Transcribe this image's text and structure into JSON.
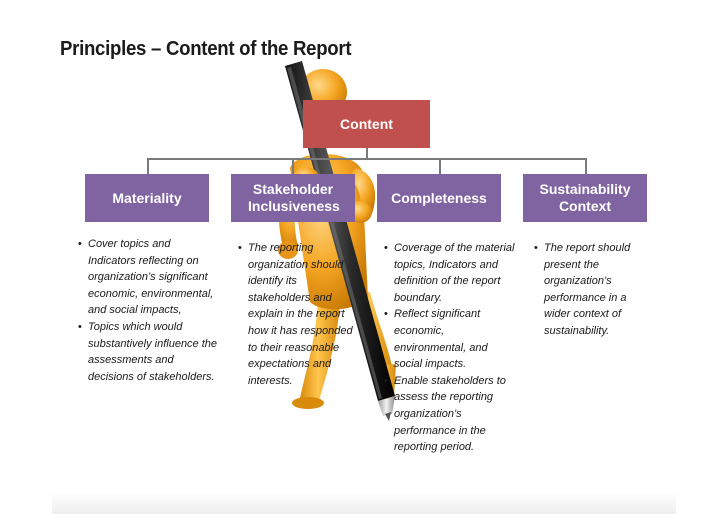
{
  "title": "Principles – Content of the Report",
  "diagram": {
    "root": "Content",
    "children": [
      {
        "label": "Materiality",
        "bullets": [
          "Cover topics and Indicators reflecting on organization’s significant economic, environmental, and social impacts,",
          "Topics which would substantively influence the assessments and decisions of stakeholders."
        ]
      },
      {
        "label": "Stakeholder Inclusiveness",
        "bullets": [
          "The reporting organization should identify its stakeholders and explain in the report how it has responded to their reasonable expectations and interests."
        ]
      },
      {
        "label": "Completeness",
        "bullets": [
          "Coverage of the material topics, Indicators and definition of the report boundary.",
          "Reflect significant economic, environmental, and social impacts.",
          "Enable stakeholders to assess the reporting organization’s performance in the reporting period."
        ]
      },
      {
        "label": "Sustainability Context",
        "bullets": [
          "The report should present the organization’s performance in a wider context of sustainability."
        ]
      }
    ]
  },
  "colors": {
    "root_fill": "#c0504d",
    "child_fill": "#8064a2",
    "connector": "#7a7a7a",
    "figure_body": "#f5a623",
    "pen_body": "#2b2b2b"
  },
  "icons": {
    "figure": "3d-figure-holding-pen-illustration"
  }
}
